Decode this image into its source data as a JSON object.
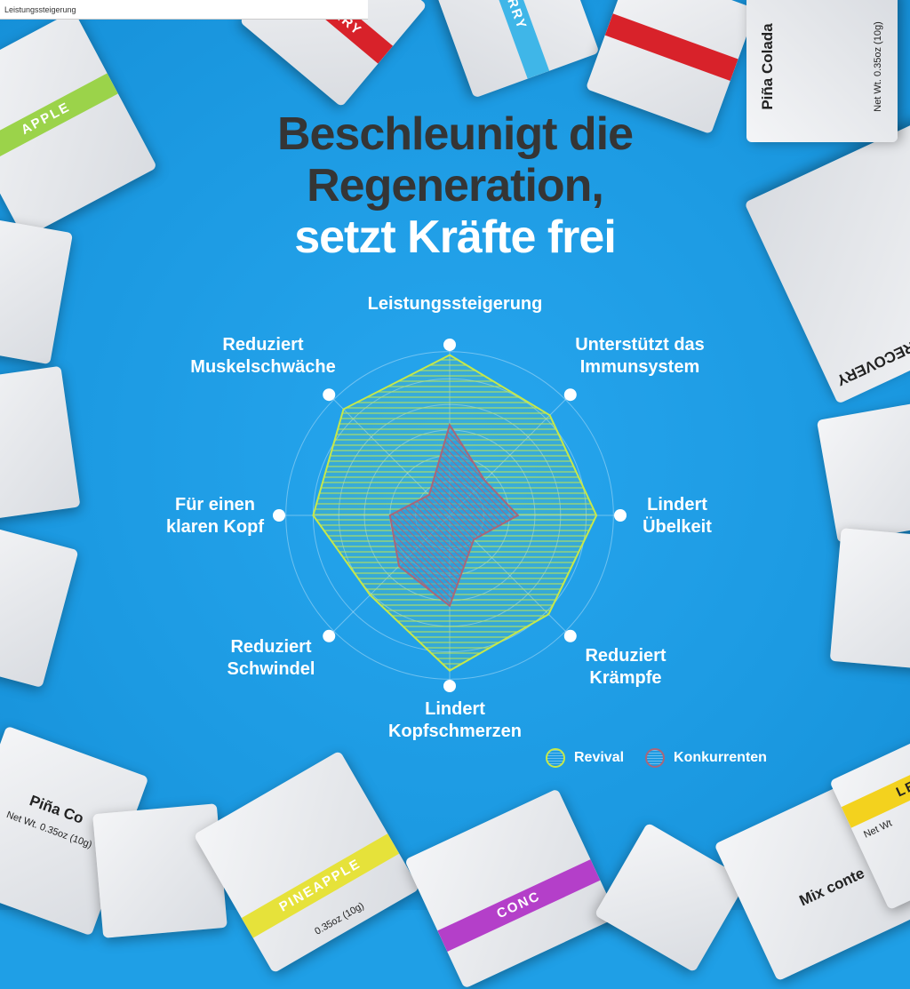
{
  "tooltip": "Leistungssteigerung",
  "title": {
    "line1": "Beschleunigt die",
    "line2": "Regeneration,",
    "line3": "setzt Kräfte frei"
  },
  "packets": [
    {
      "label": "APPLE",
      "color": "#9bd34a"
    },
    {
      "label": "CHERRY",
      "color": "#d8222a"
    },
    {
      "label": "BERRY",
      "color": "#3fb6e8"
    },
    {
      "label": "Piña Colada",
      "sub": "Net Wt. 0.35oz (10g)"
    },
    {
      "label": "HYDRATION RECOVERY"
    },
    {
      "label": "Piña Co",
      "sub": "Net Wt. 0.35oz (10g)"
    },
    {
      "label": "PINEAPPLE",
      "color": "#e6e23a",
      "sub": "0.35oz (10g)"
    },
    {
      "label": "CONC",
      "color": "#b43fc9"
    },
    {
      "label": "Mix conte"
    },
    {
      "label": "LE",
      "color": "#f3d21e",
      "sub": "Net Wt"
    }
  ],
  "chart_data": {
    "type": "radar",
    "title": "Beschleunigt die Regeneration, setzt Kräfte frei",
    "axes": [
      "Leistungssteigerung",
      "Unterstützt das Immunsystem",
      "Lindert Übelkeit",
      "Reduziert Krämpfe",
      "Lindert Kopfschmerzen",
      "Reduziert Schwindel",
      "Für einen klaren Kopf",
      "Reduziert Muskelschwäche"
    ],
    "axis_labels": [
      [
        "Leistungssteigerung"
      ],
      [
        "Unterstützt das",
        "Immunsystem"
      ],
      [
        "Lindert",
        "Übelkeit"
      ],
      [
        "Reduziert",
        "Krämpfe"
      ],
      [
        "Lindert",
        "Kopfschmerzen"
      ],
      [
        "Reduziert",
        "Schwindel"
      ],
      [
        "Für einen",
        "klaren Kopf"
      ],
      [
        "Reduziert",
        "Muskelschwäche"
      ]
    ],
    "range": [
      0,
      100
    ],
    "grid": true,
    "legend_position": "bottom-right",
    "series": [
      {
        "name": "Revival",
        "values": [
          94,
          83,
          86,
          82,
          91,
          66,
          80,
          88
        ],
        "color": "#c6e84a"
      },
      {
        "name": "Konkurrenten",
        "values": [
          53,
          29,
          40,
          20,
          53,
          42,
          35,
          17
        ],
        "color": "#a8667a"
      }
    ]
  }
}
